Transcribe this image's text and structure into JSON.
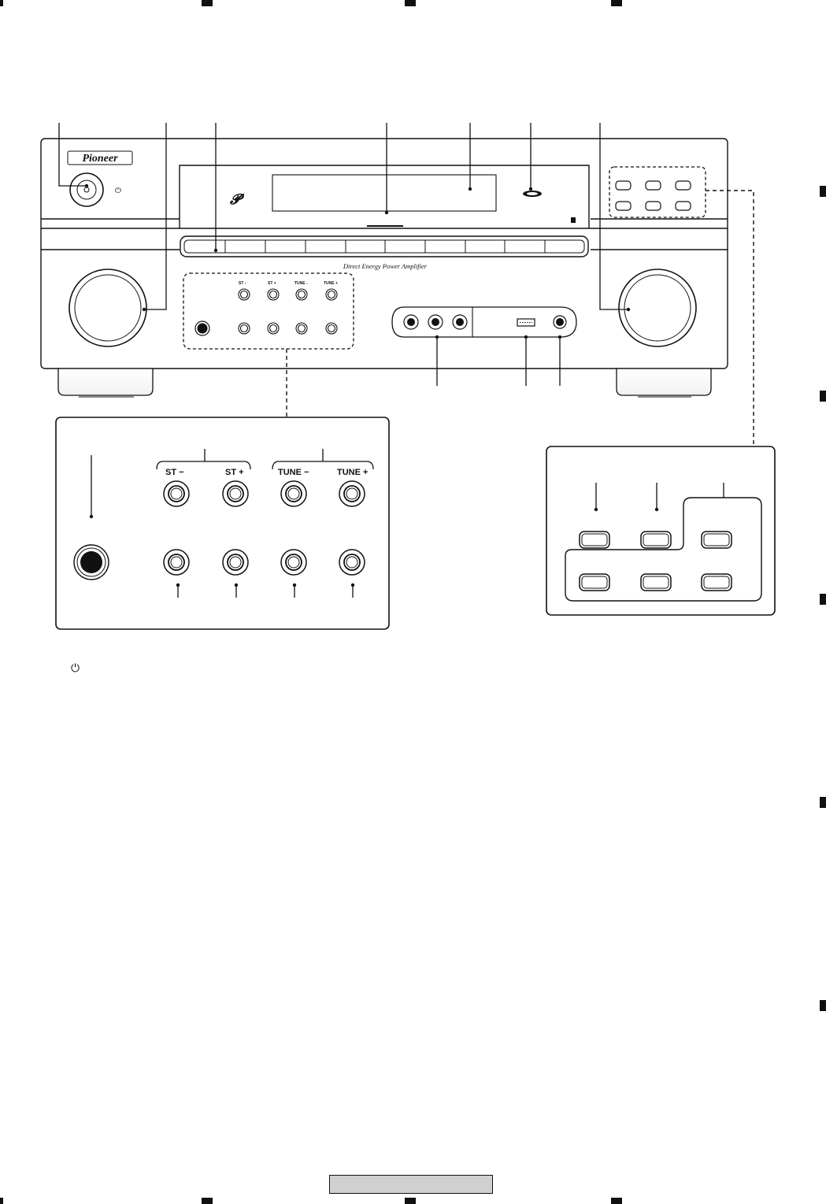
{
  "brand": {
    "logo_text": "Pioneer"
  },
  "front_panel": {
    "tagline": "Direct Energy Power Amplifier",
    "small_labels": {
      "st_minus": "ST -",
      "st_plus": "ST +",
      "tune_minus": "TUNE -",
      "tune_plus": "TUNE +"
    },
    "standby_symbol": "⏻"
  },
  "detail_left": {
    "labels": {
      "st_minus": "ST −",
      "st_plus": "ST +",
      "tune_minus": "TUNE −",
      "tune_plus": "TUNE +"
    }
  },
  "legend": {
    "standby_symbol": "⏻"
  },
  "colors": {
    "line": "#111111",
    "page_label_fill": "#d0d0d0",
    "background": "#ffffff"
  }
}
